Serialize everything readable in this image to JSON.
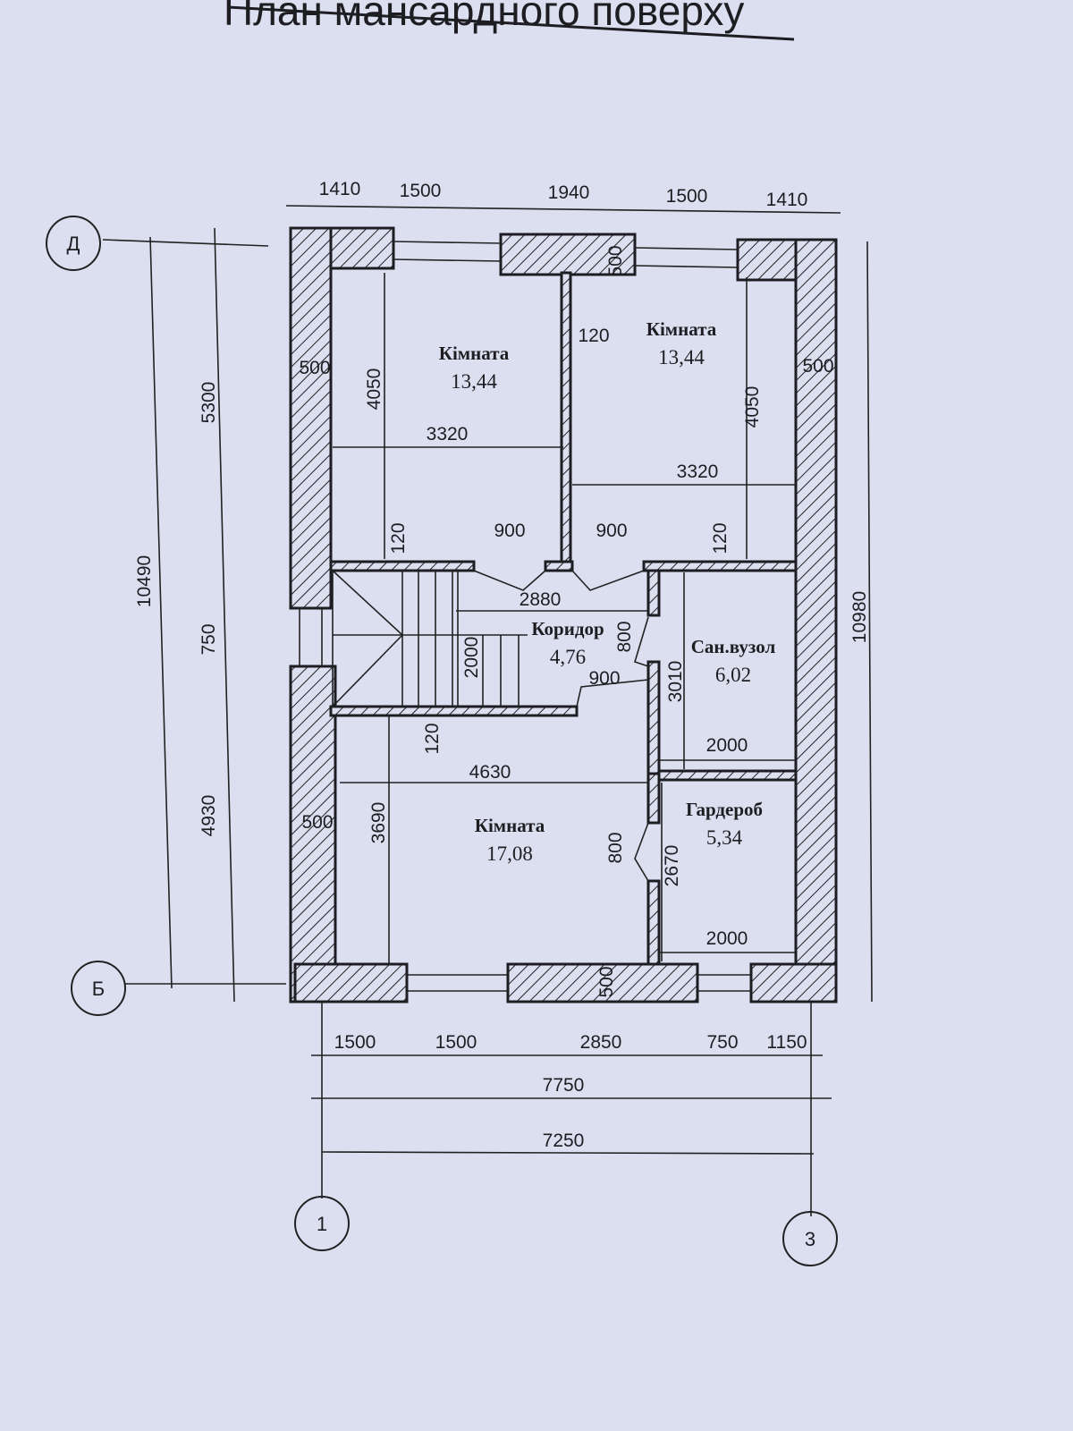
{
  "title": "План мансардного поверху",
  "axes": {
    "d": "Д",
    "b": "Б",
    "one": "1",
    "three": "3"
  },
  "rooms": [
    {
      "name": "Кімната",
      "area": "13,44"
    },
    {
      "name": "Кімната",
      "area": "13,44"
    },
    {
      "name": "Коридор",
      "area": "4,76"
    },
    {
      "name": "Сан.вузол",
      "area": "6,02"
    },
    {
      "name": "Кімната",
      "area": "17,08"
    },
    {
      "name": "Гардероб",
      "area": "5,34"
    }
  ],
  "dimensions": {
    "top": [
      "1410",
      "1500",
      "1940",
      "1500",
      "1410"
    ],
    "bottom": [
      "1500",
      "1500",
      "2850",
      "750",
      "1150"
    ],
    "bottom_total_outer": "7750",
    "bottom_total_axes": "7250",
    "left_total": "10490",
    "left_parts": [
      "5300",
      "750",
      "4930"
    ],
    "right_total": "10980",
    "interior": [
      "4050",
      "3320",
      "500",
      "120",
      "4050",
      "3320",
      "500",
      "500",
      "120",
      "900",
      "900",
      "120",
      "2880",
      "2000",
      "800",
      "900",
      "3010",
      "2000",
      "120",
      "4630",
      "500",
      "3690",
      "800",
      "2670",
      "2000",
      "500"
    ]
  },
  "colors": {
    "paper": "#dcdff0",
    "ink": "#1d1d22"
  }
}
